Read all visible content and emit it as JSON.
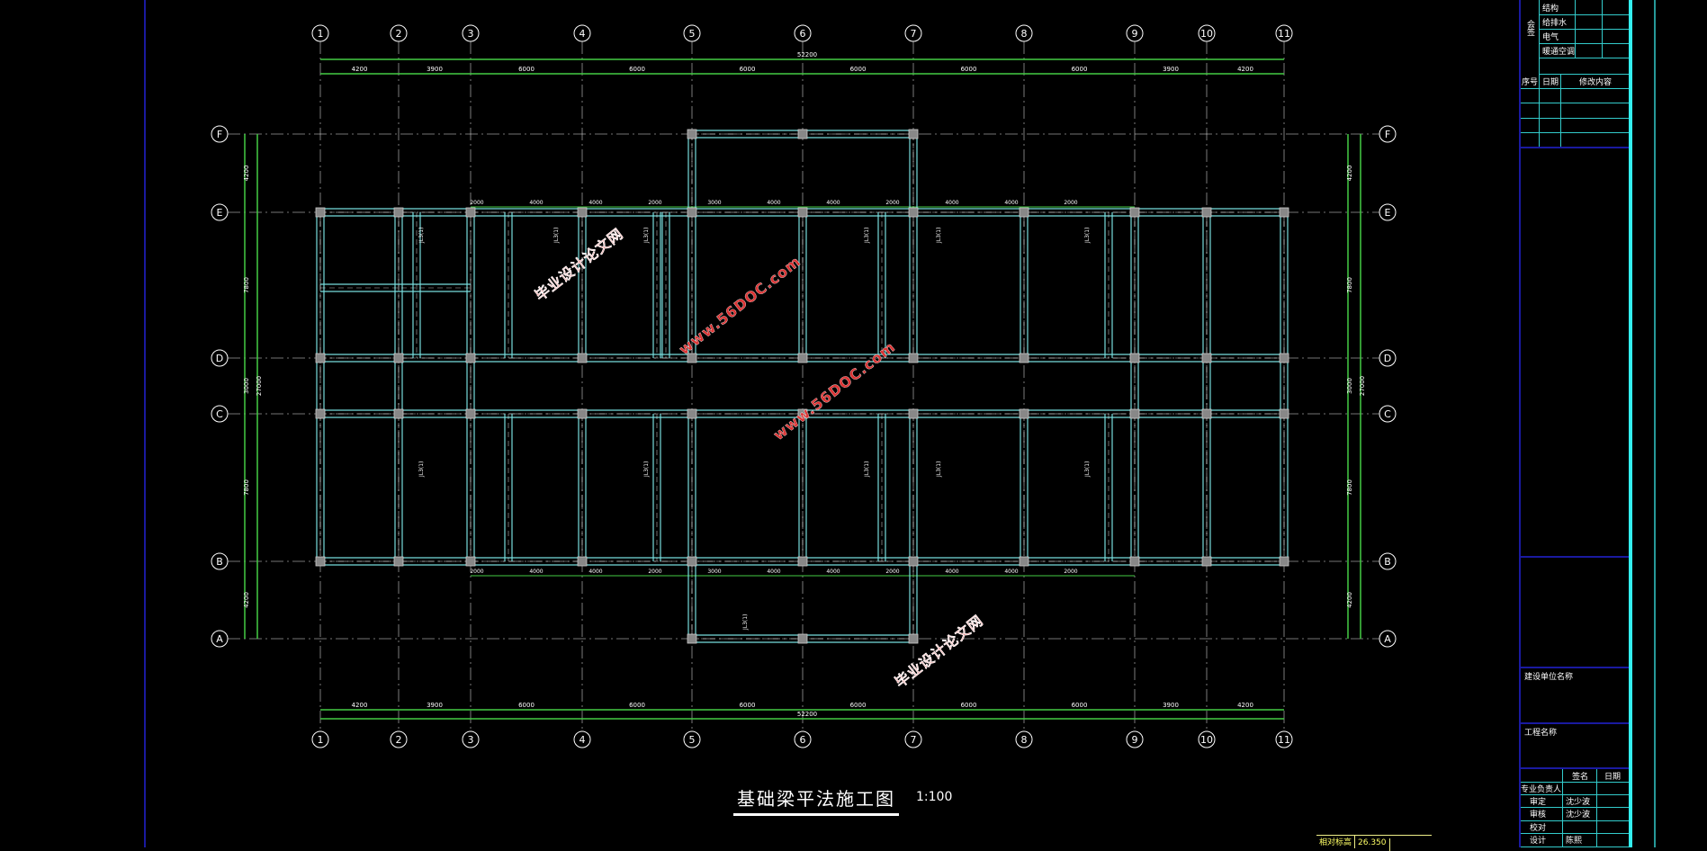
{
  "drawing": {
    "title": "基础梁平法施工图",
    "scale": "1:100",
    "grid_columns": [
      "1",
      "2",
      "3",
      "4",
      "5",
      "6",
      "7",
      "8",
      "9",
      "10",
      "11"
    ],
    "grid_rows": [
      "F",
      "E",
      "D",
      "C",
      "B",
      "A"
    ],
    "column_spacings": [
      "4200",
      "3900",
      "6000",
      "6000",
      "6000",
      "6000",
      "6000",
      "6000",
      "3900",
      "4200"
    ],
    "total_length": "52200",
    "row_spacings": [
      "4200",
      "7800",
      "3000",
      "7800",
      "4200"
    ],
    "total_width": "27000",
    "inner_dims": [
      "2000",
      "4000",
      "4000",
      "2000",
      "3000",
      "4000",
      "4000",
      "2000",
      "4000",
      "4000",
      "2000"
    ],
    "beam_tag": "JL3(1)",
    "watermark_cn": "毕业设计论文网",
    "watermark_url": "www.56DOC.com",
    "colors": {
      "axis": "#4c4",
      "beam": "#7dd",
      "column": "#888",
      "text": "#ffffff",
      "note": "#ff4",
      "watermark": "#d33"
    }
  },
  "title_block": {
    "top_rows": [
      "结构",
      "给排水",
      "电气",
      "暖通空调"
    ],
    "side_label": "会签",
    "revision_header": [
      "序号",
      "日期",
      "修改内容"
    ],
    "owner_label": "建设单位名称",
    "project_label": "工程名称",
    "sign_header": [
      "签名",
      "日期"
    ],
    "roles": [
      {
        "role": "专业负责人",
        "name": ""
      },
      {
        "role": "审定",
        "name": "沈少波"
      },
      {
        "role": "审核",
        "name": "沈少波"
      },
      {
        "role": "校对",
        "name": ""
      },
      {
        "role": "设计",
        "name": "陈熙"
      }
    ]
  },
  "elevation": {
    "label": "相对标高",
    "value": "26.350"
  }
}
